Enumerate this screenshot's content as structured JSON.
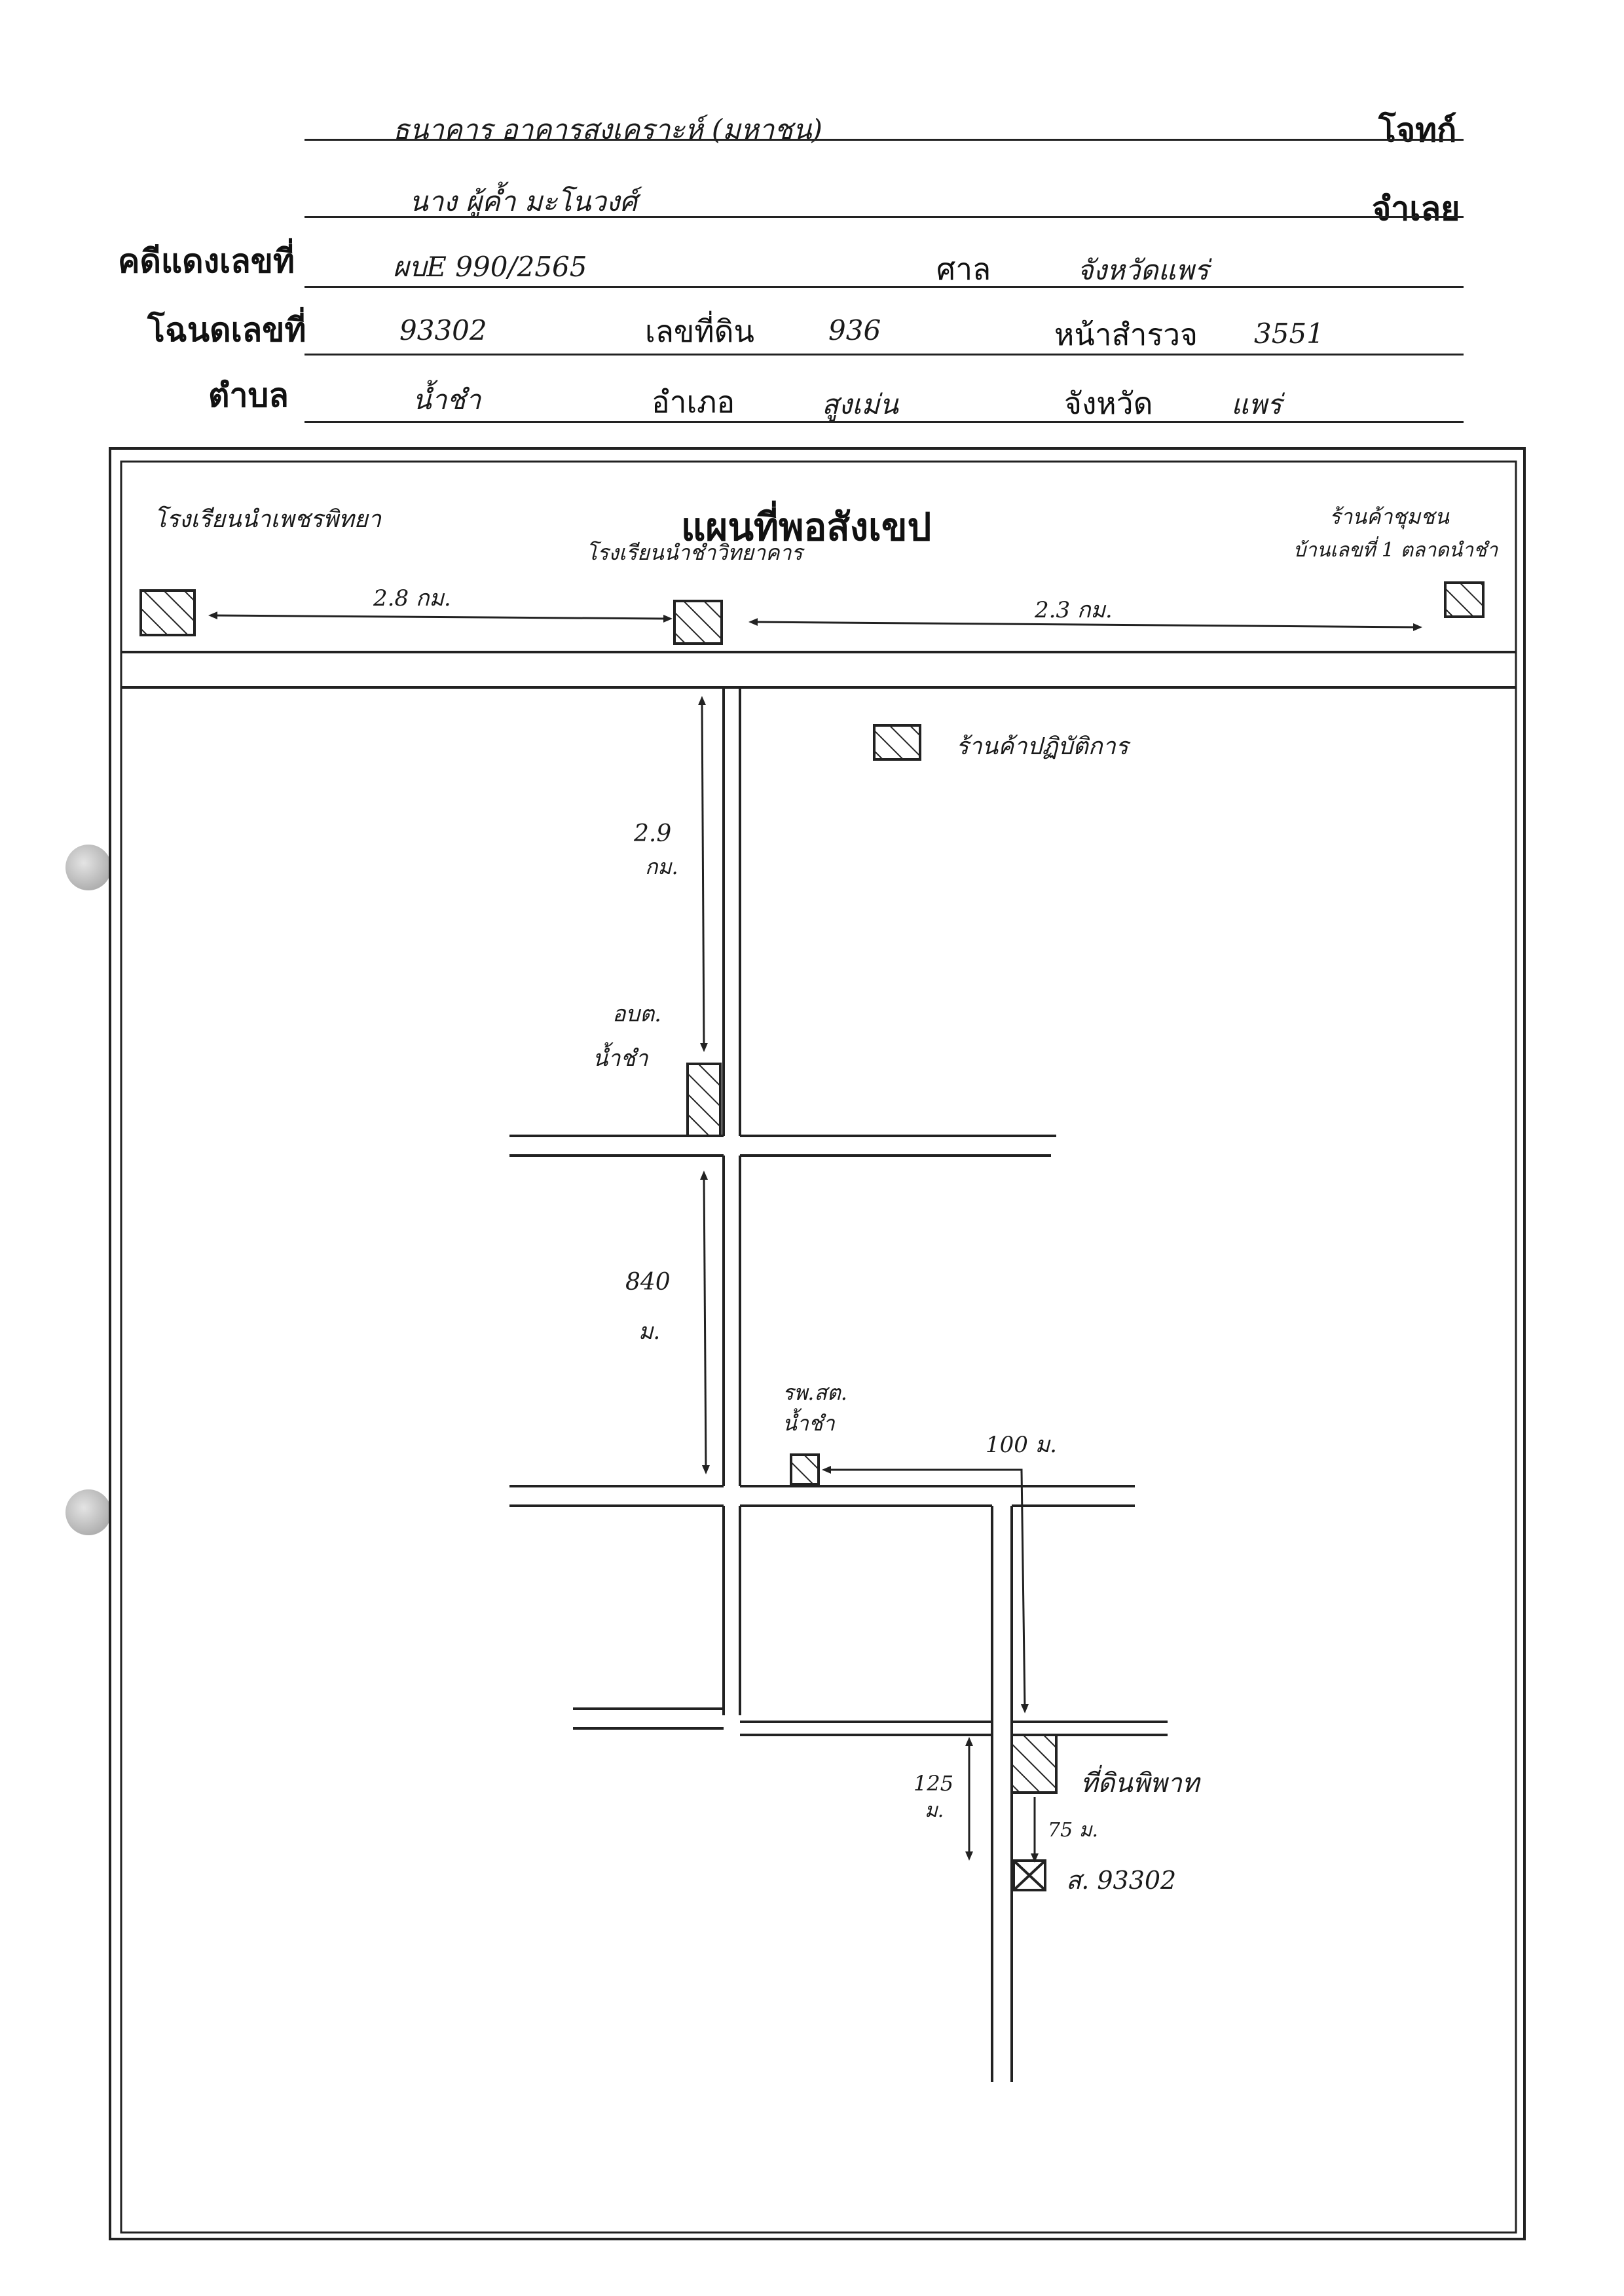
{
  "header": {
    "plaintiff": {
      "value": "ธนาคาร อาคารสงเคราะห์ (มหาชน)",
      "suffix": "โจทก์"
    },
    "defendant": {
      "value": "นาง ผู้ค้ำ มะโนวงศ์",
      "suffix": "จำเลย"
    },
    "case_no": {
      "label": "คดีแดงเลขที่",
      "value": "ผบE 990/2565",
      "court_label": "ศาล",
      "court_value": "จังหวัดแพร่"
    },
    "deed_no": {
      "label": "โฉนดเลขที่",
      "value": "93302",
      "land_no_label": "เลขที่ดิน",
      "land_no_value": "936",
      "survey_label": "หน้าสำรวจ",
      "survey_value": "3551"
    },
    "location": {
      "subdistrict_label": "ตำบล",
      "subdistrict_value": "น้ำชำ",
      "district_label": "อำเภอ",
      "district_value": "สูงเม่น",
      "province_label": "จังหวัด",
      "province_value": "แพร่"
    }
  },
  "map": {
    "title": "แผนที่พอสังเขป",
    "landmarks": {
      "top_left": "โรงเรียนนำเพชรพิทยา",
      "top_center": "โรงเรียนนำชำวิทยาคาร",
      "top_right_line1": "ร้านค้าชุมชน",
      "top_right_line2": "บ้านเลขที่ 1 ตลาดนำชำ",
      "temple": "ร้านค้าปฏิบัติการ",
      "office_line1": "อบต.",
      "office_line2": "น้ำชำ",
      "health_line1": "รพ.สต.",
      "health_line2": "น้ำชำ",
      "property": "ที่ดินพิพาท",
      "target_parcel": "ส. 93302"
    },
    "distances": {
      "top_left": "2.8 กม.",
      "top_right": "2.3 กม.",
      "vertical_top_line1": "2.9",
      "vertical_top_line2": "กม.",
      "vertical_mid_line1": "840",
      "vertical_mid_line2": "ม.",
      "horizontal_mid": "100 ม.",
      "vertical_low_line1": "125",
      "vertical_low_line2": "ม.",
      "parcel_offset": "75 ม."
    }
  }
}
